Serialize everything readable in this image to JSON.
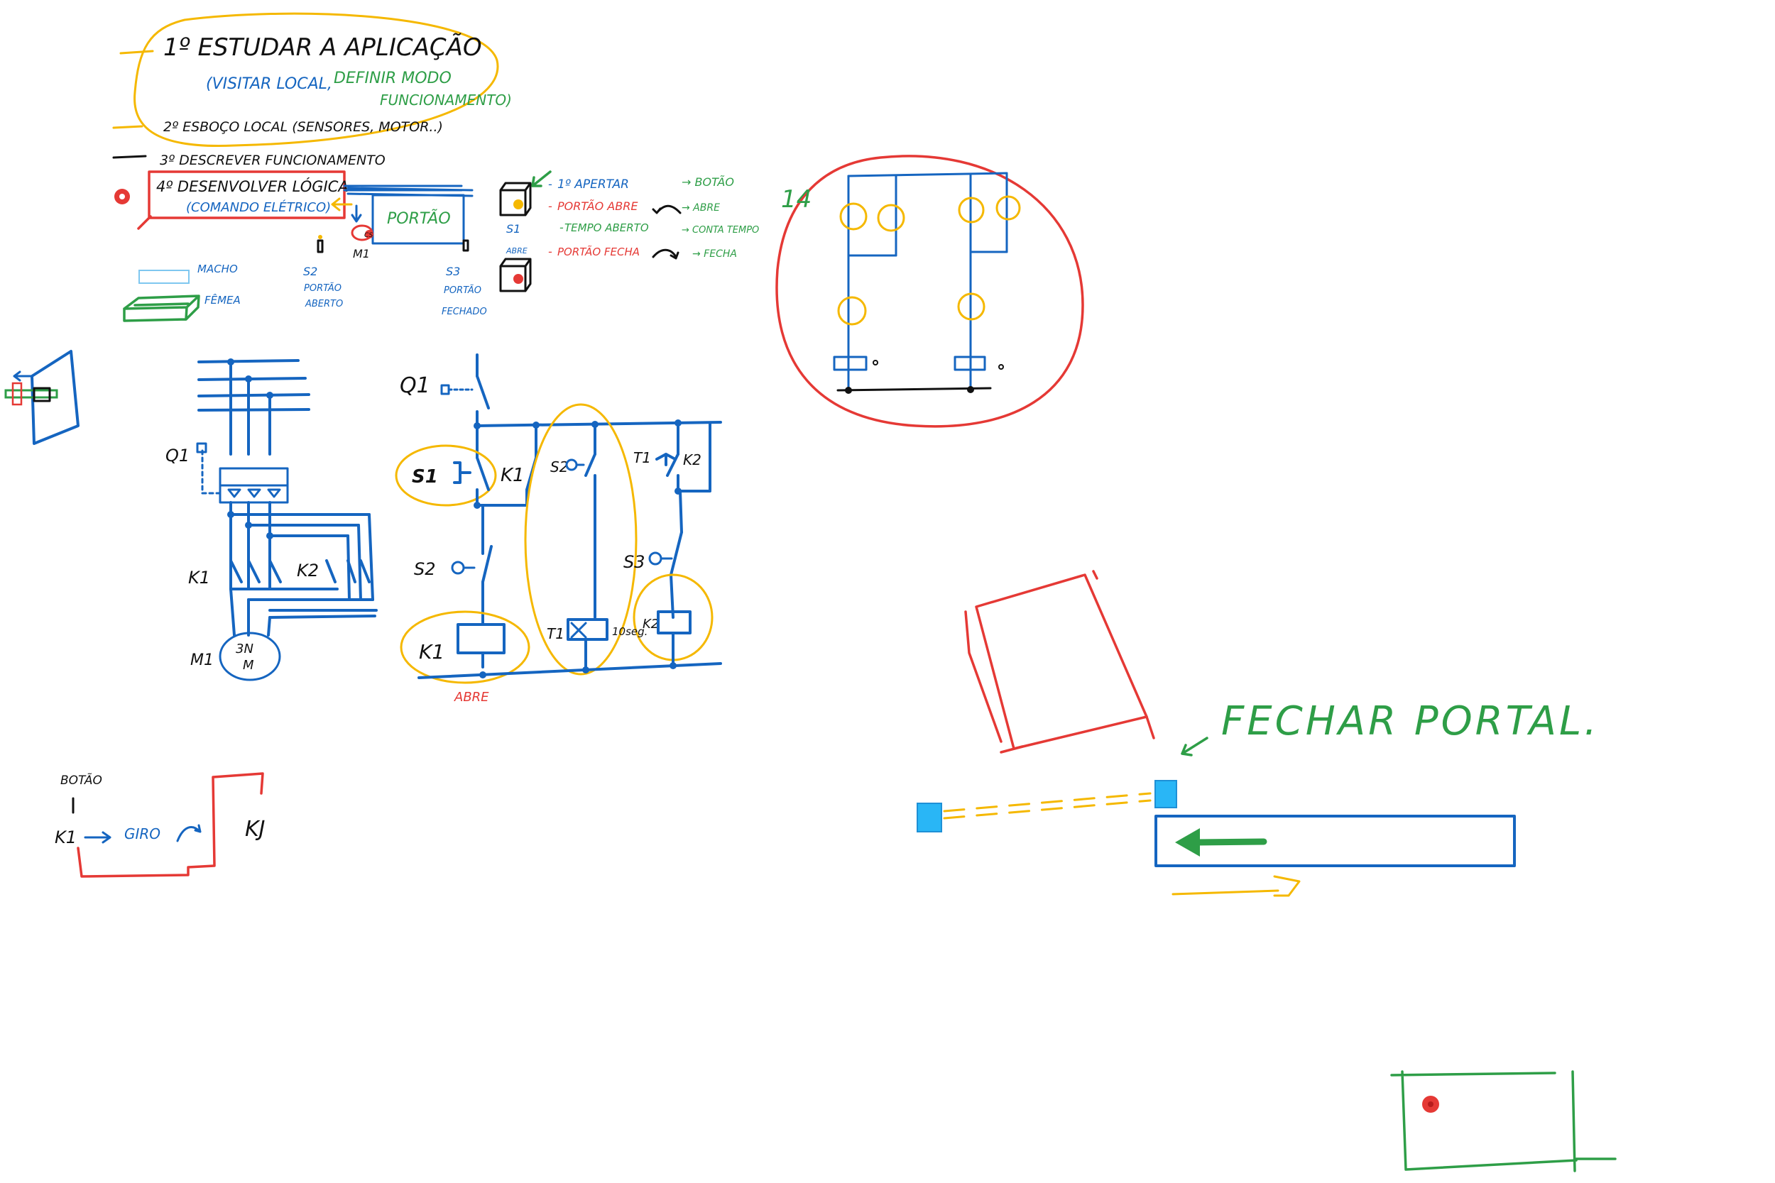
{
  "steps": {
    "s1": "1º ESTUDAR A APLICAÇÃO",
    "s1_note_a": "(VISITAR LOCAL,",
    "s1_note_b": "DEFINIR MODO",
    "s1_note_c": "FUNCIONAMENTO)",
    "s2": "2º ESBOÇO LOCAL (SENSORES, MOTOR..)",
    "s3": "3º DESCREVER FUNCIONAMENTO",
    "s4a": "4º DESENVOLVER LÓGICA",
    "s4b": "(COMANDO ELÉTRICO)"
  },
  "gate_sketch": {
    "gate_label": "PORTÃO",
    "motor_label": "M1",
    "s2_label": "S2",
    "s2_sub_a": "PORTÃO",
    "s2_sub_b": "ABERTO",
    "s3_label": "S3",
    "s3_sub_a": "PORTÃO",
    "s3_sub_b": "FECHADO",
    "s1_label": "S1",
    "s1_sub": "ABRE",
    "macho": "MACHO",
    "femea": "FÊMEA",
    "motor_tag": "CS"
  },
  "sequence": {
    "items": [
      {
        "text": "1º APERTAR",
        "result": "BOTÃO"
      },
      {
        "text": "PORTÃO ABRE",
        "result": "ABRE"
      },
      {
        "text": "TEMPO ABERTO",
        "result": "CONTA TEMPO"
      },
      {
        "text": "PORTÃO FECHA",
        "result": "FECHA"
      }
    ]
  },
  "power_circuit": {
    "q1": "Q1",
    "k1": "K1",
    "k2": "K2",
    "m1": "M1",
    "motor_line1": "3N",
    "motor_line2": "M"
  },
  "control_circuit": {
    "q1": "Q1",
    "s1": "S1",
    "k1_contact": "K1",
    "s2_top": "S2",
    "t1_top": "T1",
    "k2_top": "K2",
    "s2": "S2",
    "s3": "S3",
    "k1_coil": "K1",
    "t1_coil": "T1",
    "t1_time": "10seg.",
    "k2_coil": "K2",
    "open_label": "ABRE"
  },
  "remote_sketch": {
    "button": "BOTÃO",
    "k1": "K1",
    "giro": "GIRO",
    "kj": "KJ"
  },
  "close_note": {
    "text": "FECHAR PORTAL."
  },
  "digit_mark": "14"
}
